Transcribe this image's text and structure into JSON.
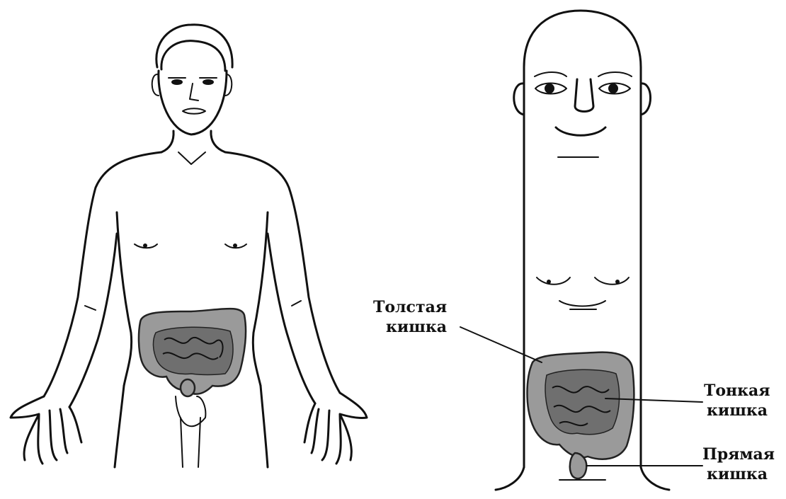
{
  "labels": {
    "large_intestine": [
      "Толстая",
      "кишка"
    ],
    "small_intestine": [
      "Тонкая",
      "кишка"
    ],
    "rectum": [
      "Прямая",
      "кишка"
    ]
  },
  "colors": {
    "ink": "#111111",
    "intestine_fill": "#9a9a9a",
    "background": "#ffffff"
  }
}
